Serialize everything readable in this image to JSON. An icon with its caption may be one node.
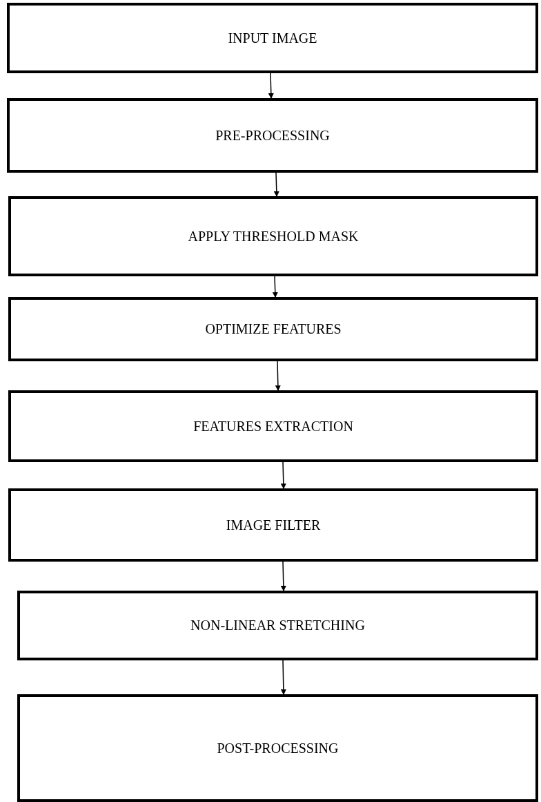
{
  "diagram": {
    "nodes": [
      {
        "text": [
          "INPUT IMAGE"
        ]
      },
      {
        "text": [
          "PRE-PROCESSING"
        ]
      },
      {
        "text": [
          "APPLY THRESHOLD MASK"
        ]
      },
      {
        "text": [
          "OPTIMIZE FEATURES"
        ]
      },
      {
        "text": [
          "FEATURES EXTRACTION"
        ]
      },
      {
        "text": [
          "IMAGE FILTER"
        ]
      },
      {
        "text": [
          "NON-LINEAR STRETCHING"
        ]
      },
      {
        "text": [
          "POST-PROCESSING"
        ]
      }
    ],
    "edges": [
      {
        "from": 0,
        "to": 1,
        "arrow": "to"
      },
      {
        "from": 1,
        "to": 2,
        "arrow": "to"
      },
      {
        "from": 2,
        "to": 3,
        "arrow": "to"
      },
      {
        "from": 3,
        "to": 4,
        "arrow": "to"
      },
      {
        "from": 4,
        "to": 5,
        "arrow": "to"
      },
      {
        "from": 5,
        "to": 6,
        "arrow": "to"
      },
      {
        "from": 6,
        "to": 7,
        "arrow": "to"
      }
    ]
  }
}
